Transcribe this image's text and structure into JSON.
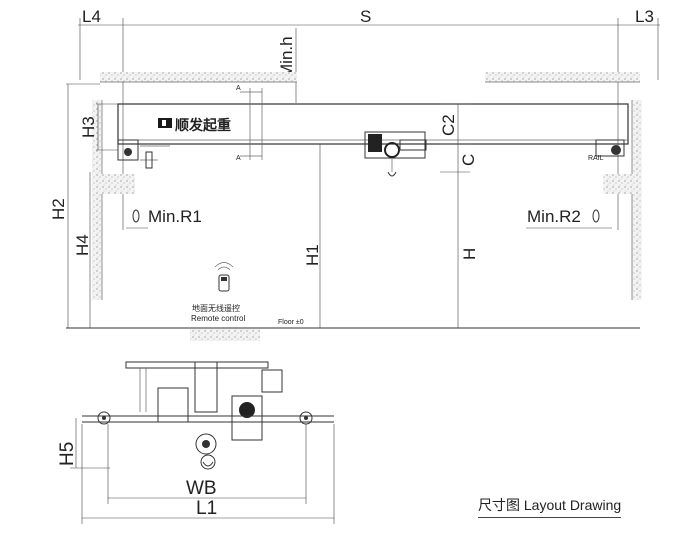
{
  "labels": {
    "L4": "L4",
    "S": "S",
    "L3": "L3",
    "minh": "Min.h",
    "H3": "H3",
    "C2": "C2",
    "C": "C",
    "H2": "H2",
    "H4": "H4",
    "H1": "H1",
    "H": "H",
    "minr1": "Min.R1",
    "minr2": "Min.R2",
    "rail": "RAIL",
    "A": "A",
    "brand": "顺发起重",
    "remote_cn": "地面无线遥控",
    "remote_en": "Remote control",
    "floor": "Floor ±0",
    "H5": "H5",
    "WB": "WB",
    "L1": "L1"
  },
  "caption": "尺寸图 Layout Drawing"
}
